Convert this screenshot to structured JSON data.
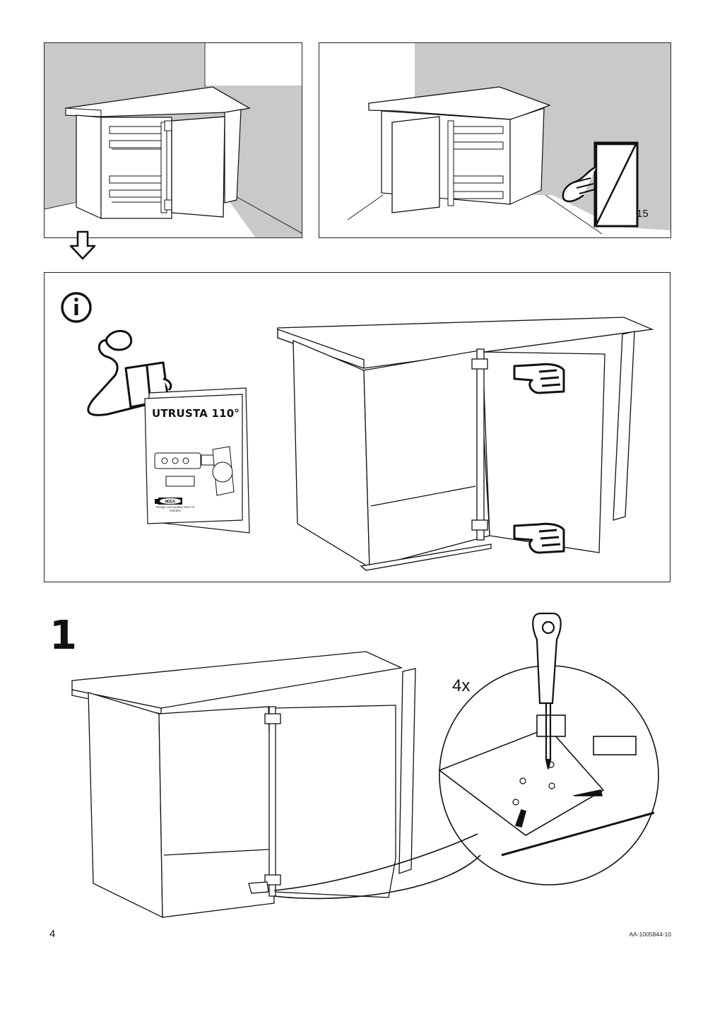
{
  "document": {
    "page_number": "4",
    "doc_code": "AA-1005844-10",
    "step_number": "1"
  },
  "panels": {
    "turn_page_ref": "15",
    "info_booklet_title": "UTRUSTA 110°",
    "info_booklet_brand": "IKEA",
    "info_booklet_subtitle": "Design and Quality IKEA of Sweden"
  },
  "step1": {
    "quantity_label": "4x"
  },
  "icons": [
    "down-arrow-icon",
    "info-icon",
    "reading-person-icon",
    "turn-page-icon",
    "pointing-hand-icon",
    "screwdriver-icon"
  ],
  "colors": {
    "wall_gray": "#c8c8c8",
    "line": "#111111",
    "paper": "#ffffff"
  }
}
